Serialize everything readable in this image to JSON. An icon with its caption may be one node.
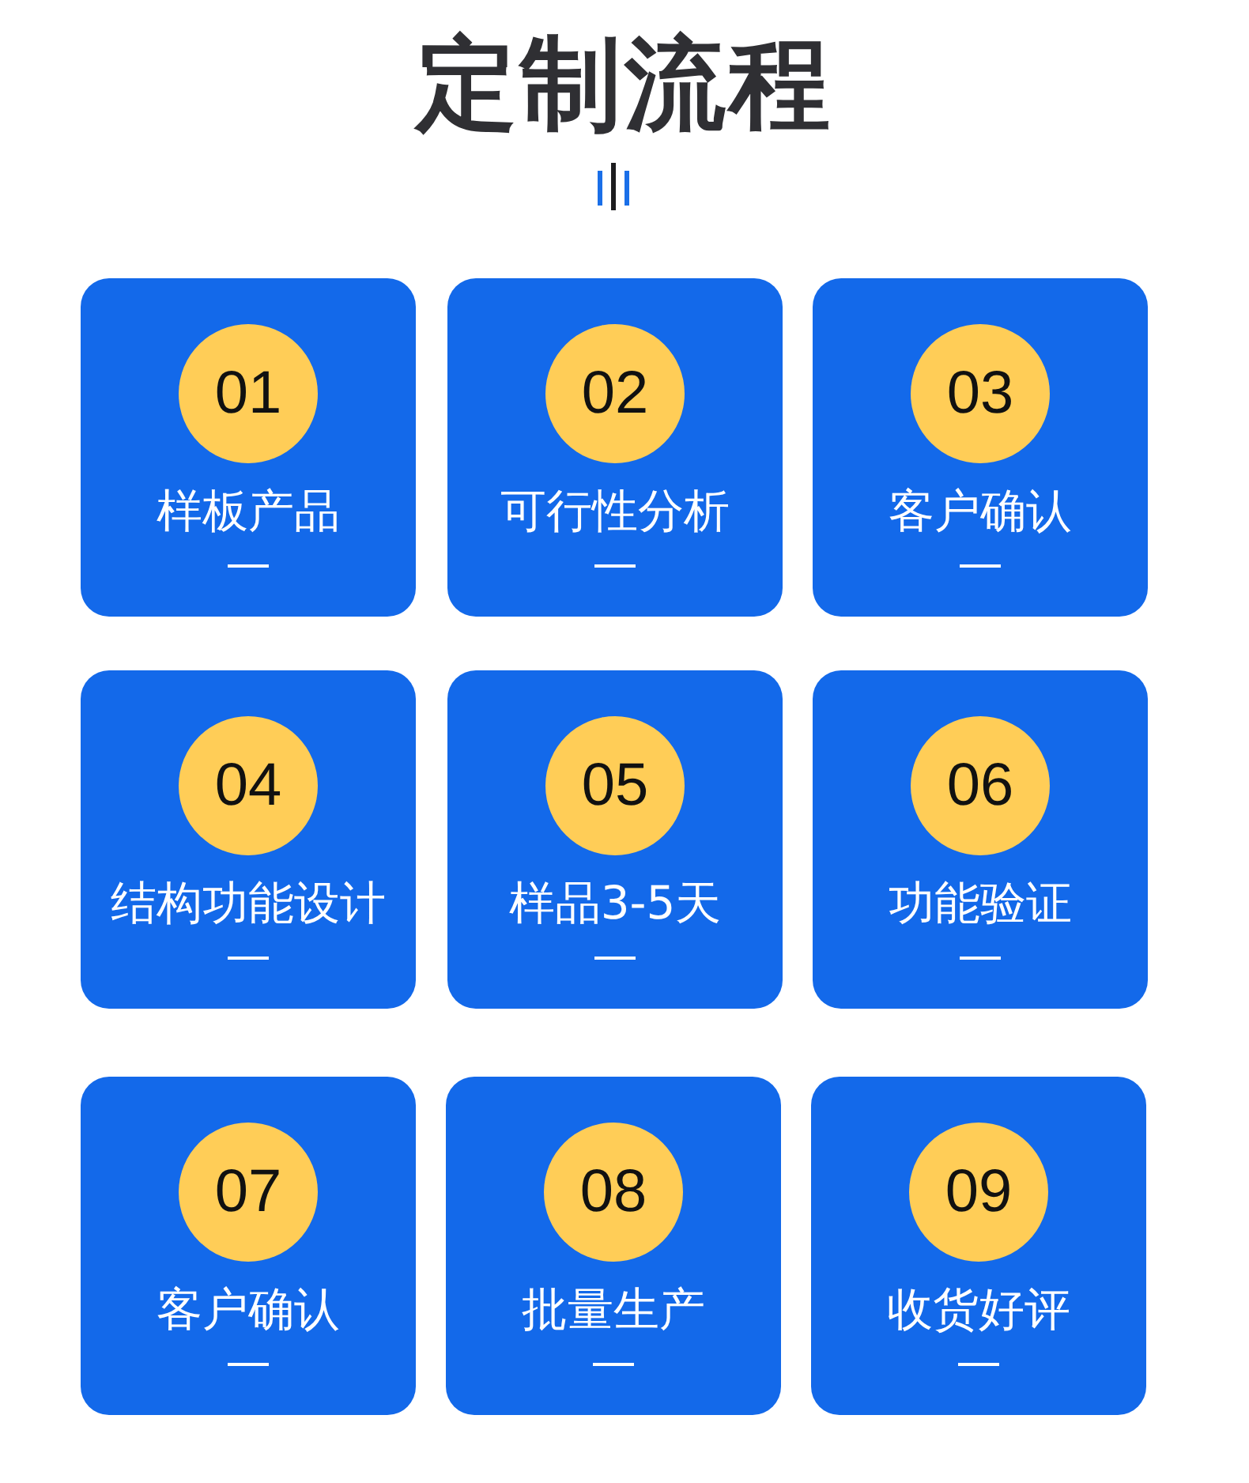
{
  "diagram": {
    "title": "定制流程",
    "nodes": [
      {
        "text": [
          "样板产品"
        ]
      },
      {
        "text": [
          "01"
        ],
        "in": 0
      },
      {
        "text": [
          "可行性分析"
        ]
      },
      {
        "text": [
          "02"
        ],
        "in": 2
      },
      {
        "text": [
          "客户确认"
        ]
      },
      {
        "text": [
          "03"
        ],
        "in": 4
      },
      {
        "text": [
          "结构功能设计"
        ]
      },
      {
        "text": [
          "04"
        ],
        "in": 6
      },
      {
        "text": [
          "样品3-5天"
        ]
      },
      {
        "text": [
          "05"
        ],
        "in": 8
      },
      {
        "text": [
          "功能验证"
        ]
      },
      {
        "text": [
          "06"
        ],
        "in": 10
      },
      {
        "text": [
          "客户确认"
        ]
      },
      {
        "text": [
          "07"
        ],
        "in": 12
      },
      {
        "text": [
          "批量生产"
        ]
      },
      {
        "text": [
          "08"
        ],
        "in": 14
      },
      {
        "text": [
          "收货好评"
        ]
      },
      {
        "text": [
          "09"
        ],
        "in": 16
      }
    ]
  }
}
